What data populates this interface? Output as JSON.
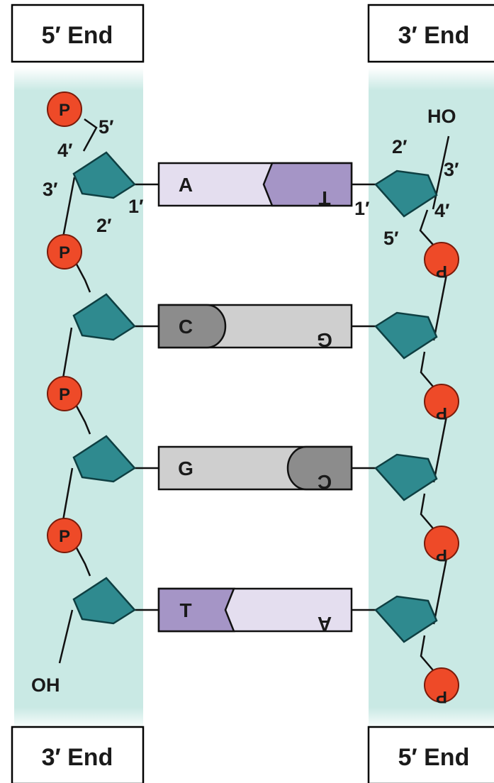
{
  "end_labels": {
    "top_left": "5′ End",
    "top_right": "3′ End",
    "bottom_left": "3′ End",
    "bottom_right": "5′ End"
  },
  "phosphate_label": "P",
  "carbon_labels": {
    "left": {
      "c5": "5′",
      "c4": "4′",
      "c3": "3′",
      "c2": "2′",
      "c1": "1′"
    },
    "right": {
      "c2": "2′",
      "c3": "3′",
      "c4": "4′",
      "c5": "5′",
      "c1": "1′"
    }
  },
  "terminal_groups": {
    "left_bottom": "OH",
    "right_top": "HO"
  },
  "base_pairs": [
    {
      "left": "A",
      "right": "T"
    },
    {
      "left": "C",
      "right": "G"
    },
    {
      "left": "G",
      "right": "C"
    },
    {
      "left": "T",
      "right": "A"
    }
  ],
  "colors": {
    "backbone_band": "#c9e9e4",
    "sugar": "#2f8a8f",
    "phosphate": "#ee4a28",
    "adenine": "#e4deef",
    "thymine": "#a595c6",
    "cytosine": "#8c8c8c",
    "guanine": "#cfcfcf"
  }
}
